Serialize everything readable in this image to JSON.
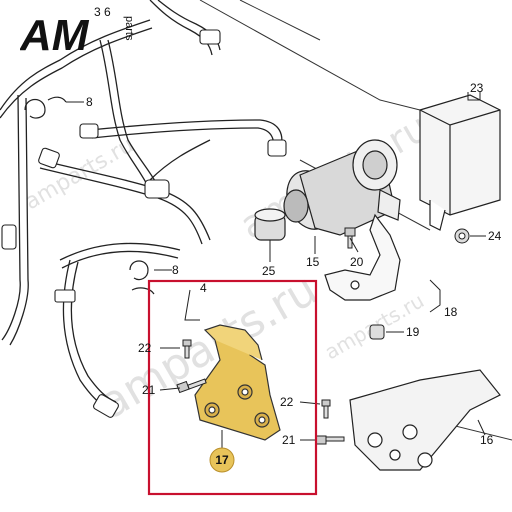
{
  "brand": {
    "logo_text": "AM",
    "logo_subtext": "parts",
    "watermark": "amparts.ru"
  },
  "colors": {
    "highlight_box": "#c8102e",
    "highlight_part": "#e8c45a",
    "callout_fill": "#e8c45a",
    "line_art": "#222222"
  },
  "callouts": {
    "p3": "3",
    "p6": "6",
    "p8a": "8",
    "p8b": "8",
    "p23": "23",
    "p24": "24",
    "p20": "20",
    "p25": "25",
    "p15": "15",
    "p4": "4",
    "p18": "18",
    "p19": "19",
    "p22a": "22",
    "p21a": "21",
    "p22b": "22",
    "p21b": "21",
    "p16": "16",
    "p17": "17"
  }
}
